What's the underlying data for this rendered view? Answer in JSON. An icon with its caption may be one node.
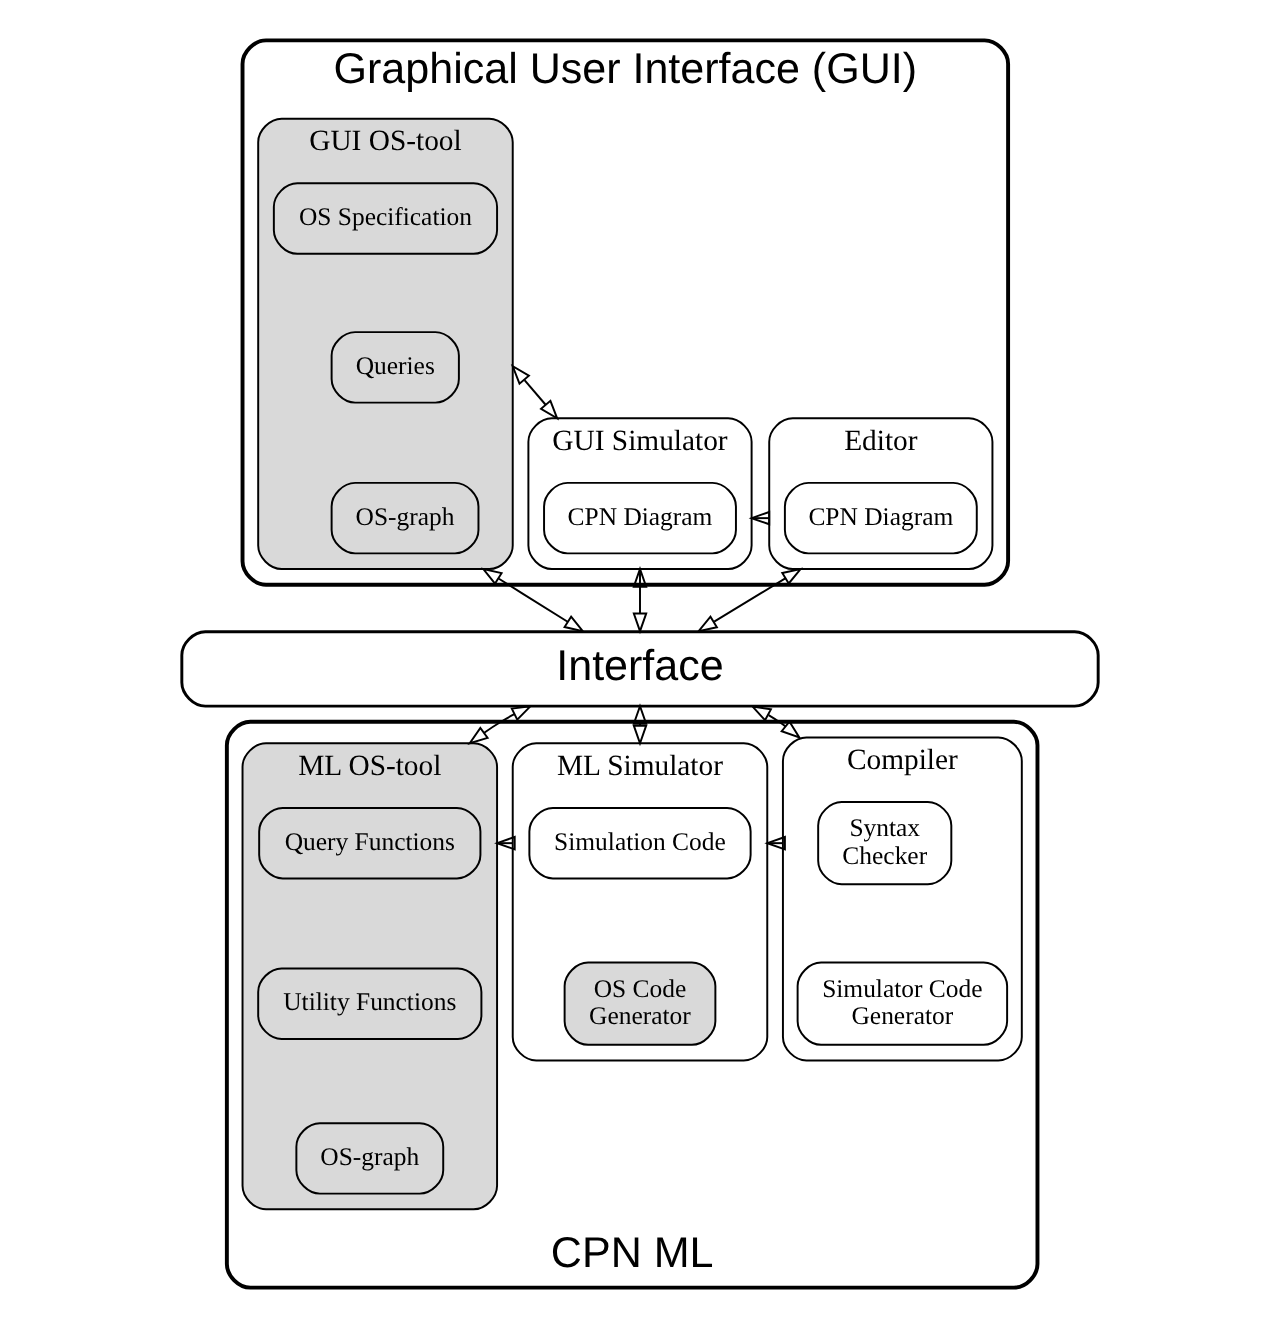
{
  "diagram": {
    "nodes": [
      {
        "text": [
          "Graphical User Interface (GUI)"
        ]
      },
      {
        "text": [
          "Editor"
        ],
        "in": 0
      },
      {
        "text": [
          "CPN Diagram"
        ],
        "in": 1
      },
      {
        "text": [
          "GUI Simulator"
        ],
        "in": 0
      },
      {
        "text": [
          "CPN Diagram"
        ],
        "in": 3
      },
      {
        "text": [
          "GUI OS-tool"
        ],
        "in": 0
      },
      {
        "text": [
          "OS Specification"
        ],
        "in": 5
      },
      {
        "text": [
          "Queries"
        ],
        "in": 5
      },
      {
        "text": [
          "OS-graph"
        ],
        "in": 5
      },
      {
        "text": [
          "Interface"
        ]
      },
      {
        "text": [
          "CPN ML"
        ]
      },
      {
        "text": [
          "Compiler"
        ],
        "in": 10
      },
      {
        "text": [
          "Syntax Checker"
        ],
        "in": 11
      },
      {
        "text": [
          "Simulator Code Generator"
        ],
        "in": 11
      },
      {
        "text": [
          "ML Simulator"
        ],
        "in": 10
      },
      {
        "text": [
          "Simulation Code"
        ],
        "in": 14
      },
      {
        "text": [
          "OS Code Generator"
        ],
        "in": 14
      },
      {
        "text": [
          "ML OS-tool"
        ],
        "in": 10
      },
      {
        "text": [
          "Query Functions"
        ],
        "in": 17
      },
      {
        "text": [
          "Utility Functions"
        ],
        "in": 17
      },
      {
        "text": [
          "OS-graph"
        ],
        "in": 17
      }
    ],
    "edges": [
      {
        "from": 1,
        "to": 3,
        "arrow": "to"
      },
      {
        "from": 3,
        "to": 5,
        "arrow": "both"
      },
      {
        "from": 1,
        "to": 9,
        "arrow": "both"
      },
      {
        "from": 3,
        "to": 9,
        "arrow": "both"
      },
      {
        "from": 5,
        "to": 9,
        "arrow": "both"
      },
      {
        "from": 9,
        "to": 11,
        "arrow": "both"
      },
      {
        "from": 9,
        "to": 14,
        "arrow": "both"
      },
      {
        "from": 9,
        "to": 17,
        "arrow": "both"
      },
      {
        "from": 11,
        "to": 14,
        "arrow": "to"
      },
      {
        "from": 14,
        "to": 17,
        "arrow": "to"
      }
    ]
  }
}
